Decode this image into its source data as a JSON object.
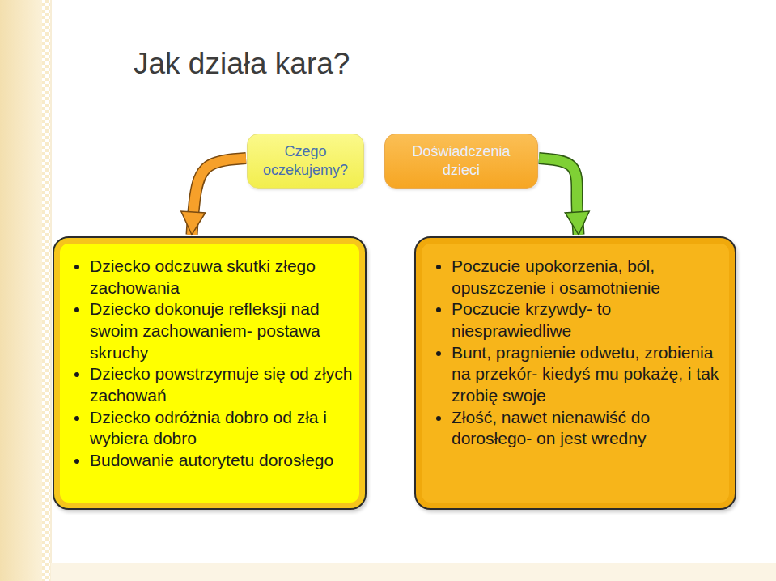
{
  "diagram": {
    "title": "Jak działa kara?",
    "nodes": [
      {
        "text": [
          "Czego oczekujemy?"
        ]
      },
      {
        "text": [
          "Doświadczenia dzieci"
        ]
      },
      {
        "text": [
          "Dziecko odczuwa skutki złego zachowania",
          "Dziecko dokonuje refleksji nad swoim zachowaniem- postawa skruchy",
          "Dziecko powstrzymuje się od złych zachowań",
          "Dziecko odróżnia dobro od zła i wybiera dobro",
          "Budowanie autorytetu dorosłego"
        ]
      },
      {
        "text": [
          "Poczucie upokorzenia, ból, opuszczenie i osamotnienie",
          "Poczucie krzywdy- to niesprawiedliwe",
          "Bunt, pragnienie odwetu, zrobienia na przekór- kiedyś mu pokażę, i tak zrobię swoje",
          "Złość, nawet nienawiść do dorosłego- on jest wredny"
        ]
      }
    ],
    "edges": [
      {
        "from": 0,
        "to": 2,
        "arrow": "to"
      },
      {
        "from": 1,
        "to": 3,
        "arrow": "to"
      }
    ]
  }
}
